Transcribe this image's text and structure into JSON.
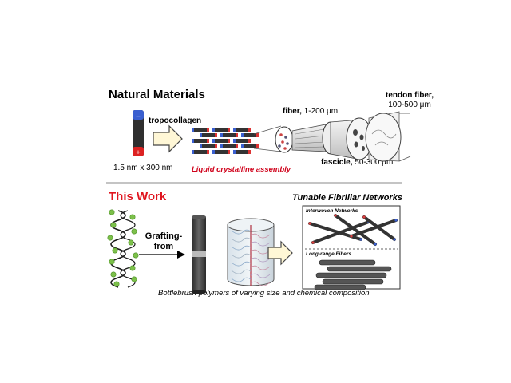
{
  "top": {
    "title": "Natural Materials",
    "tropocollagen_label": "tropocollagen",
    "tropocollagen_size": "1.5 nm x 300 nm",
    "lc_assembly": "Liquid crystalline assembly",
    "fiber_name": "fiber,",
    "fiber_size": " 1-200 μm",
    "tendon_name": "tendon fiber,",
    "tendon_size": "100-500 μm",
    "fascicle_name": "fascicle,",
    "fascicle_size": " 50-300 μm"
  },
  "bottom": {
    "title": "This Work",
    "grafting_label": "Grafting-\nfrom",
    "networks_title": "Tunable Fibrillar Networks",
    "interwoven_label": "Interwoven Networks",
    "longrange_label": "Long-range Fibers",
    "caption": "Bottlebrush polymers of varying size and chemical composition"
  },
  "colors": {
    "title_red": "#e0141e",
    "arrow_fill": "#fff7d6",
    "arrow_stroke": "#444444",
    "rod_dark": "#3a3a3a",
    "rod_cap": "#e04040",
    "vine_green": "#7cc04a"
  }
}
